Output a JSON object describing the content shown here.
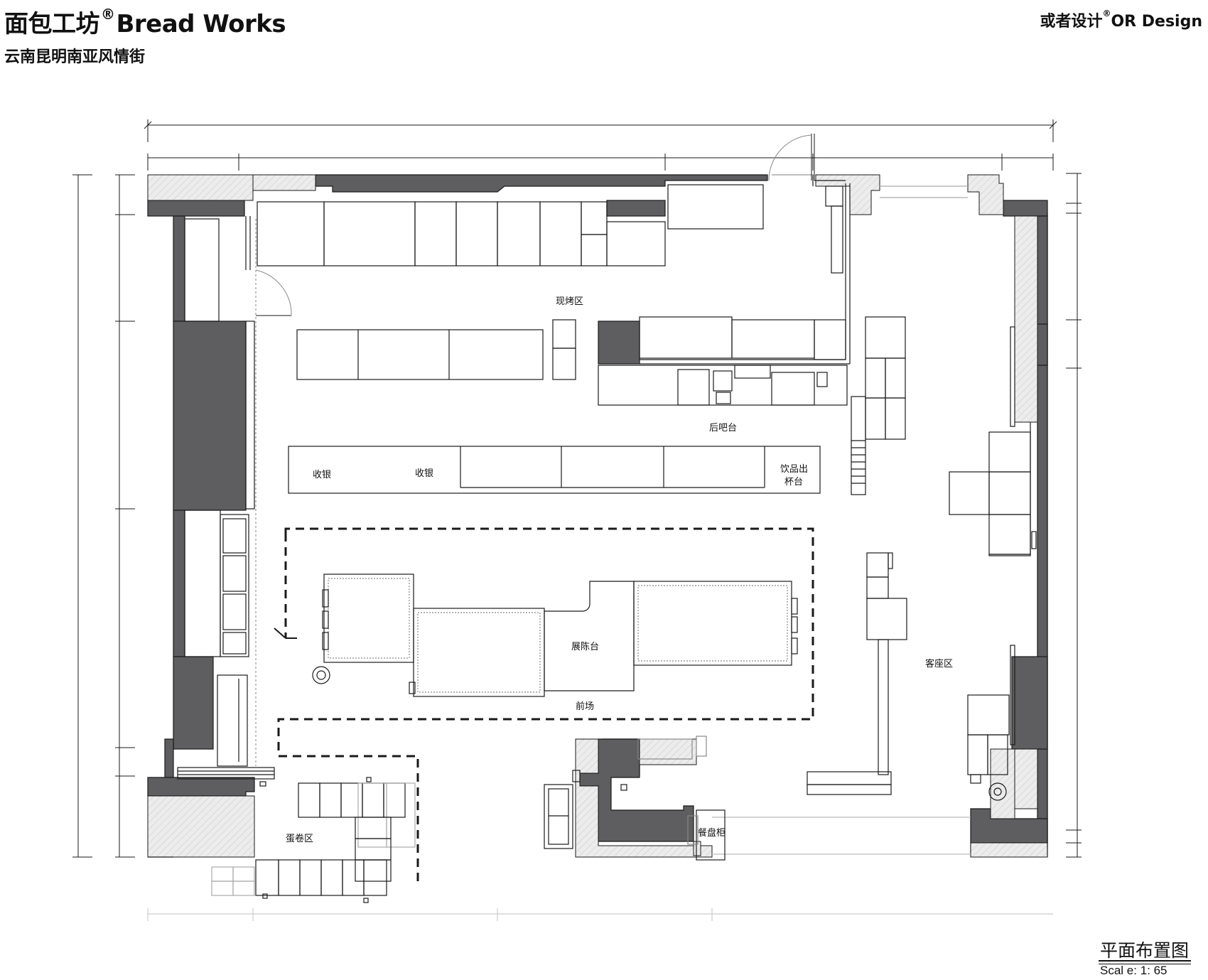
{
  "header": {
    "title_cn": "面包工坊",
    "registered_mark": "®",
    "title_en": "Bread Works",
    "subtitle": "云南昆明南亚风情街",
    "brand_cn": "或者设计",
    "brand_mark": "®",
    "brand_en": "OR Design"
  },
  "plan": {
    "rooms": {
      "roasting": "现烤区",
      "back_bar": "后吧台",
      "cashier_1": "收银",
      "cashier_2": "收银",
      "drinks_line1": "饮品出",
      "drinks_line2": "杯台",
      "display": "展陈台",
      "front": "前场",
      "seating": "客座区",
      "egg_roll": "蛋卷区",
      "tray": "餐盘柜"
    },
    "footer": {
      "title": "平面布置图",
      "scale": "Scal e: 1: 65"
    }
  },
  "colors": {
    "wall_fill": "#5e5e60",
    "hatch_fill": "#e9e9e9",
    "line": "#1a1a1a"
  }
}
